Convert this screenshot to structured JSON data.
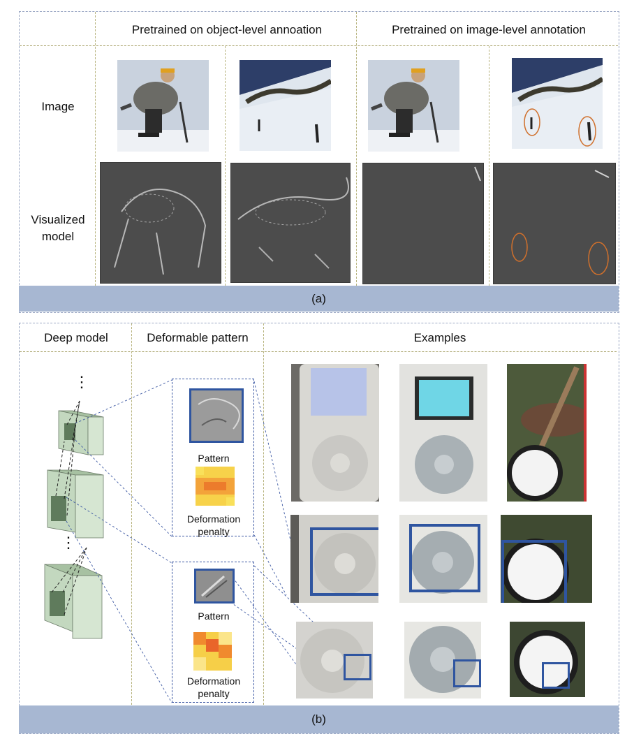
{
  "part_a": {
    "col_headers": [
      "Pretrained on object-level annoation",
      "Pretrained on image-level annotation"
    ],
    "row_labels": [
      "Image",
      "Visualized\nmodel"
    ],
    "caption": "(a)"
  },
  "part_b": {
    "col_headers": [
      "Deep model",
      "Deformable pattern",
      "Examples"
    ],
    "pattern_label_1": "Pattern",
    "penalty_label_1": "Deformation\npenalty",
    "pattern_label_2": "Pattern",
    "penalty_label_2": "Deformation\npenalty",
    "ellipsis_glyph": "⋮",
    "caption": "(b)"
  },
  "colors": {
    "box_blue": "#2f55a0",
    "circle_orange": "#d0702c",
    "caption_bar": "#a7b7d2",
    "cube_face": "#b9d0b4",
    "cube_side": "#98b493"
  }
}
